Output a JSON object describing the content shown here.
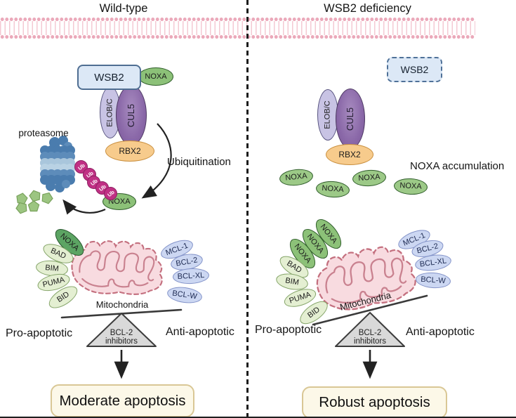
{
  "colors": {
    "membrane_pink": "#eeafbf",
    "divider_black": "#1c1c1c",
    "wsb2_fill": "#dce8f6",
    "wsb2_border": "#4f6e92",
    "noxa_green": "#8cc178",
    "noxa_dark_green": "#5ca463",
    "light_green": "#e4efd2",
    "light_blue": "#ccd7f2",
    "lavender": "#c8c3e4",
    "purple": "#8a68a8",
    "orange": "#f7cb8c",
    "ub_pink": "#c03084",
    "proteasome_blue": "#4a7cae",
    "pentagon_green": "#9cc581",
    "mito_fill": "#f8dbe0",
    "mito_border": "#c4707f",
    "triangle_gray": "#d9d9d9",
    "outcome_fill": "#fcf8e8",
    "outcome_border": "#d9c795"
  },
  "left": {
    "title": "Wild-type",
    "wsb2": "WSB2",
    "noxa_bound": "NOXA",
    "elobc": "ELOB/C",
    "cul5": "CUL5",
    "rbx2": "RBX2",
    "proteasome": "proteasome",
    "ub": "Ub",
    "ubiquitination": "Ubiquitination",
    "noxa_ub": "NOXA",
    "mito_label": "Mitochondria",
    "pro": [
      "NOXA",
      "BAD",
      "BIM",
      "PUMA",
      "BID"
    ],
    "anti": [
      "MCL-1",
      "BCL-2",
      "BCL-XL",
      "BCL-W"
    ],
    "pro_label": "Pro-apoptotic",
    "anti_label": "Anti-apoptotic",
    "tri1": "BCL-2",
    "tri2": "inhibitors",
    "outcome": "Moderate apoptosis"
  },
  "right": {
    "title": "WSB2 deficiency",
    "wsb2": "WSB2",
    "elobc": "ELOB/C",
    "cul5": "CUL5",
    "rbx2": "RBX2",
    "accumulation": "NOXA accumulation",
    "noxa_free": [
      "NOXA",
      "NOXA",
      "NOXA",
      "NOXA"
    ],
    "mito_label": "Mitochondria",
    "pro": [
      "NOXA",
      "NOXA",
      "NOXA",
      "BAD",
      "BIM",
      "PUMA",
      "BID"
    ],
    "anti": [
      "MCL-1",
      "BCL-2",
      "BCL-XL",
      "BCL-W"
    ],
    "pro_label": "Pro-apoptotic",
    "anti_label": "Anti-apoptotic",
    "tri1": "BCL-2",
    "tri2": "inhibitors",
    "outcome": "Robust apoptosis"
  }
}
